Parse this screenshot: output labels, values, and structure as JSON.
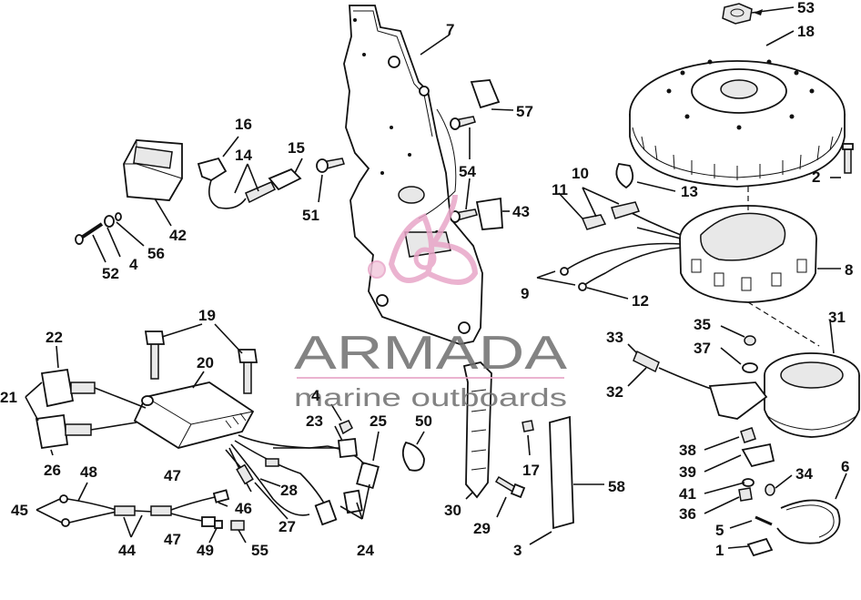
{
  "watermark": {
    "brand": "ARMADA",
    "tagline": "marine outboards",
    "accent_color": "#e8a6c8",
    "text_color": "#6e6e6e"
  },
  "labels": {
    "l53": "53",
    "l18": "18",
    "l7": "7",
    "l57": "57",
    "l16": "16",
    "l14": "14",
    "l15": "15",
    "l54": "54",
    "l10": "10",
    "l13": "13",
    "l2": "2",
    "l11": "11",
    "l43": "43",
    "l51": "51",
    "l42": "42",
    "l56": "56",
    "l4a": "4",
    "l52": "52",
    "l8": "8",
    "l9": "9",
    "l12": "12",
    "l31": "31",
    "l35": "35",
    "l33": "33",
    "l37": "37",
    "l19": "19",
    "l22": "22",
    "l20": "20",
    "l4b": "4",
    "l23": "23",
    "l25": "25",
    "l50": "50",
    "l21": "21",
    "l32": "32",
    "l38": "38",
    "l26": "26",
    "l17": "17",
    "l39": "39",
    "l34": "34",
    "l6": "6",
    "l48": "48",
    "l47a": "47",
    "l28": "28",
    "l58": "58",
    "l41": "41",
    "l45": "45",
    "l46": "46",
    "l36": "36",
    "l27": "27",
    "l30": "30",
    "l29": "29",
    "l5": "5",
    "l47b": "47",
    "l44": "44",
    "l49": "49",
    "l55": "55",
    "l24": "24",
    "l3": "3",
    "l1": "1"
  }
}
